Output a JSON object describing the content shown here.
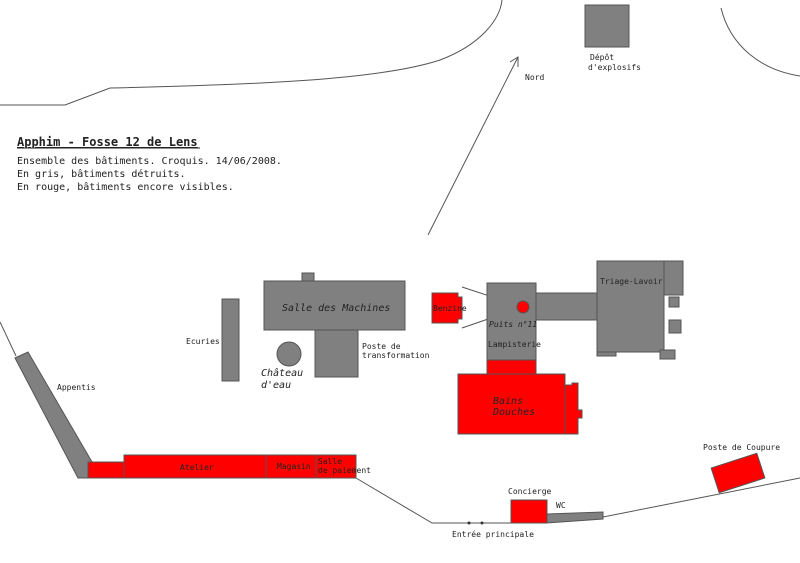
{
  "title": "Apphim - Fosse 12 de Lens",
  "subtitle_lines": [
    "Ensemble des bâtiments. Croquis. 14/06/2008.",
    "En gris, bâtiments détruits.",
    "En rouge, bâtiments encore visibles."
  ],
  "colors": {
    "destroyed": "#808080",
    "visible": "#ff0000",
    "outline": "#555555"
  },
  "labels": {
    "nord": "Nord",
    "depot_1": "Dépôt",
    "depot_2": "d'explosifs",
    "salle_machines": "Salle des Machines",
    "poste_transfo_1": "Poste de",
    "poste_transfo_2": "transformation",
    "chateau_1": "Château",
    "chateau_2": "d'eau",
    "ecuries": "Ecuries",
    "appentis": "Appentis",
    "benzine": "Benzine",
    "puits": "Puits n°11",
    "lampisterie": "Lampisterie",
    "triage": "Triage-Lavoir",
    "bains_1": "Bains",
    "bains_2": "Douches",
    "atelier": "Atelier",
    "magasin": "Magasin",
    "salle_paiement_1": "Salle",
    "salle_paiement_2": "de paiement",
    "concierge": "Concierge",
    "wc": "WC",
    "entree": "Entrée principale",
    "poste_coupure": "Poste de Coupure"
  }
}
